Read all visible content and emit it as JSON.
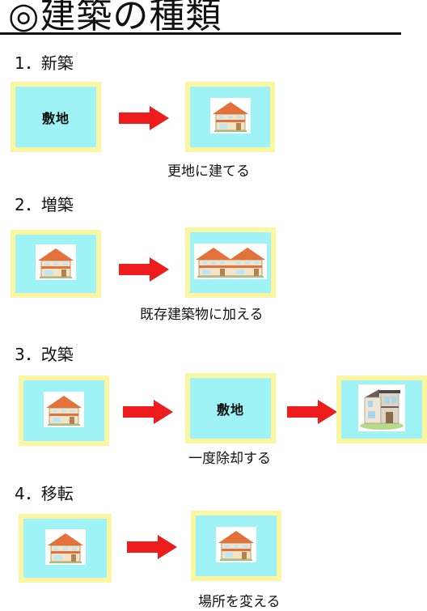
{
  "title": "◎建築の種類",
  "sections": [
    {
      "label": "1．新築",
      "lot": "敷地",
      "caption": "更地に建てる"
    },
    {
      "label": "2．増築",
      "caption": "既存建築物に加える"
    },
    {
      "label": "3．改築",
      "lot": "敷地",
      "caption": "一度除却する"
    },
    {
      "label": "4．移転",
      "caption": "場所を変える"
    }
  ],
  "icons": {
    "arrow": "right-arrow-icon",
    "house": "house-icon",
    "new_house": "modern-house-icon"
  },
  "colors": {
    "box_fill": "#9ff3f6",
    "box_border": "#fbf6a2",
    "arrow": "#ee1c1c",
    "house_wall": "#f4e3c6",
    "house_roof": "#e4713a"
  }
}
